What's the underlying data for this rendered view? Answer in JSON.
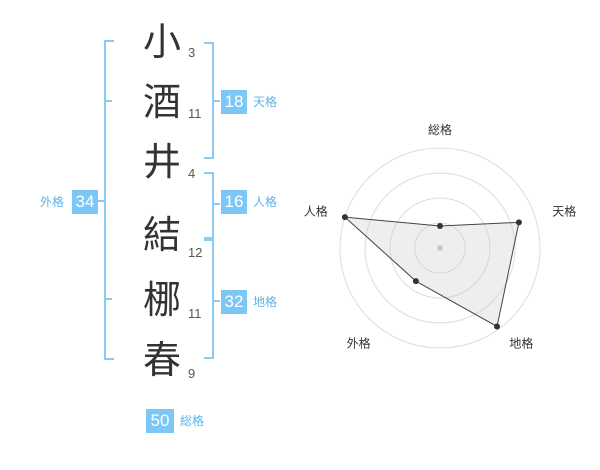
{
  "name_chars": [
    {
      "char": "小",
      "strokes": "3"
    },
    {
      "char": "酒",
      "strokes": "11"
    },
    {
      "char": "井",
      "strokes": "4"
    },
    {
      "char": "結",
      "strokes": "12"
    },
    {
      "char": "梛",
      "strokes": "11"
    },
    {
      "char": "春",
      "strokes": "9"
    }
  ],
  "fortunes": {
    "tenkaku": {
      "value": "18",
      "label": "天格"
    },
    "jinkaku": {
      "value": "16",
      "label": "人格"
    },
    "chikaku": {
      "value": "32",
      "label": "地格"
    },
    "gaikaku": {
      "value": "34",
      "label": "外格"
    },
    "soukaku": {
      "value": "50",
      "label": "総格"
    }
  },
  "colors": {
    "accent": "#7cc7f5",
    "bracket": "#8ecbf2"
  },
  "chart_data": {
    "type": "radar",
    "axes": [
      "総格",
      "天格",
      "地格",
      "外格",
      "人格"
    ],
    "values": [
      0.22,
      0.83,
      0.97,
      0.41,
      1.0
    ],
    "rmax": 1.0,
    "rings": 4
  }
}
